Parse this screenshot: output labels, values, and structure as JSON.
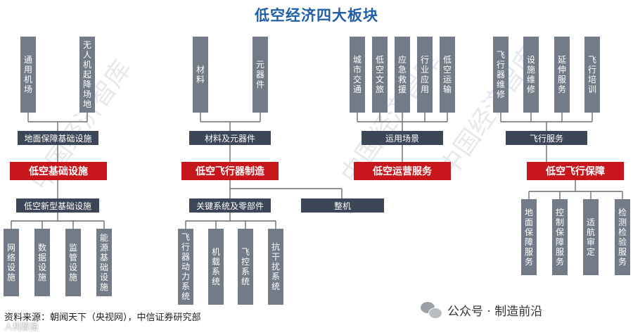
{
  "title": "低空经济四大板块",
  "source": "资料来源：朝闻天下（央视网），中信证券研究部",
  "brand": "公众号 · 制造前沿",
  "stamp": "人机智通",
  "watermark": "中国经济智库",
  "col1": {
    "top_items": [
      "通用机场",
      "无人机起降场地"
    ],
    "group_top": "地面保障基础设施",
    "category": "低空基础设施",
    "group_bottom": "低空新型基础设施",
    "bottom_items": [
      "网络设施",
      "数据设施",
      "监管设施",
      "能源基础设施"
    ]
  },
  "col2": {
    "top_items": [
      "材料",
      "元器件"
    ],
    "group_top": "材料及元器件",
    "category": "低空飞行器制造",
    "group_bottom": "关键系统及零部件",
    "side_box": "整机",
    "bottom_items": [
      "飞行器动力系统",
      "机载系统",
      "飞控系统",
      "抗干扰系统"
    ]
  },
  "col3": {
    "top_items": [
      "城市交通",
      "低空文旅",
      "应急救援",
      "行业应用",
      "低空运输"
    ],
    "group_top": "运用场景",
    "category": "低空运营服务"
  },
  "col4": {
    "top_items": [
      "飞行器维修",
      "设施维修",
      "延伸服务",
      "飞行培训"
    ],
    "group_top": "飞行服务",
    "category": "低空飞行保障",
    "bottom_items": [
      "地面保障服务",
      "控制保障服务",
      "适航审定",
      "检测检验服务"
    ]
  }
}
